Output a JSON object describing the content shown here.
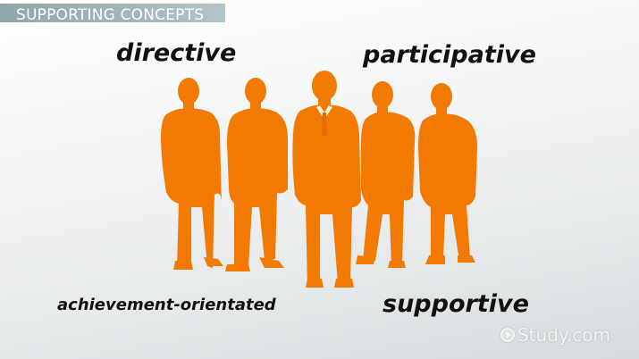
{
  "header": {
    "title": "SUPPORTING CONCEPTS"
  },
  "labels": {
    "directive": "directive",
    "participative": "participative",
    "achievement": "achievement-orientated",
    "supportive": "supportive"
  },
  "figures": {
    "count": 5,
    "color": "#f27a00",
    "description": "five business-people silhouettes"
  },
  "watermark": {
    "text": "Study.com",
    "icon": "play-circle-icon"
  },
  "colors": {
    "header_bar": "#9fb2b8",
    "header_text": "#ffffff",
    "label_text": "#111111",
    "silhouette": "#f27a00"
  }
}
